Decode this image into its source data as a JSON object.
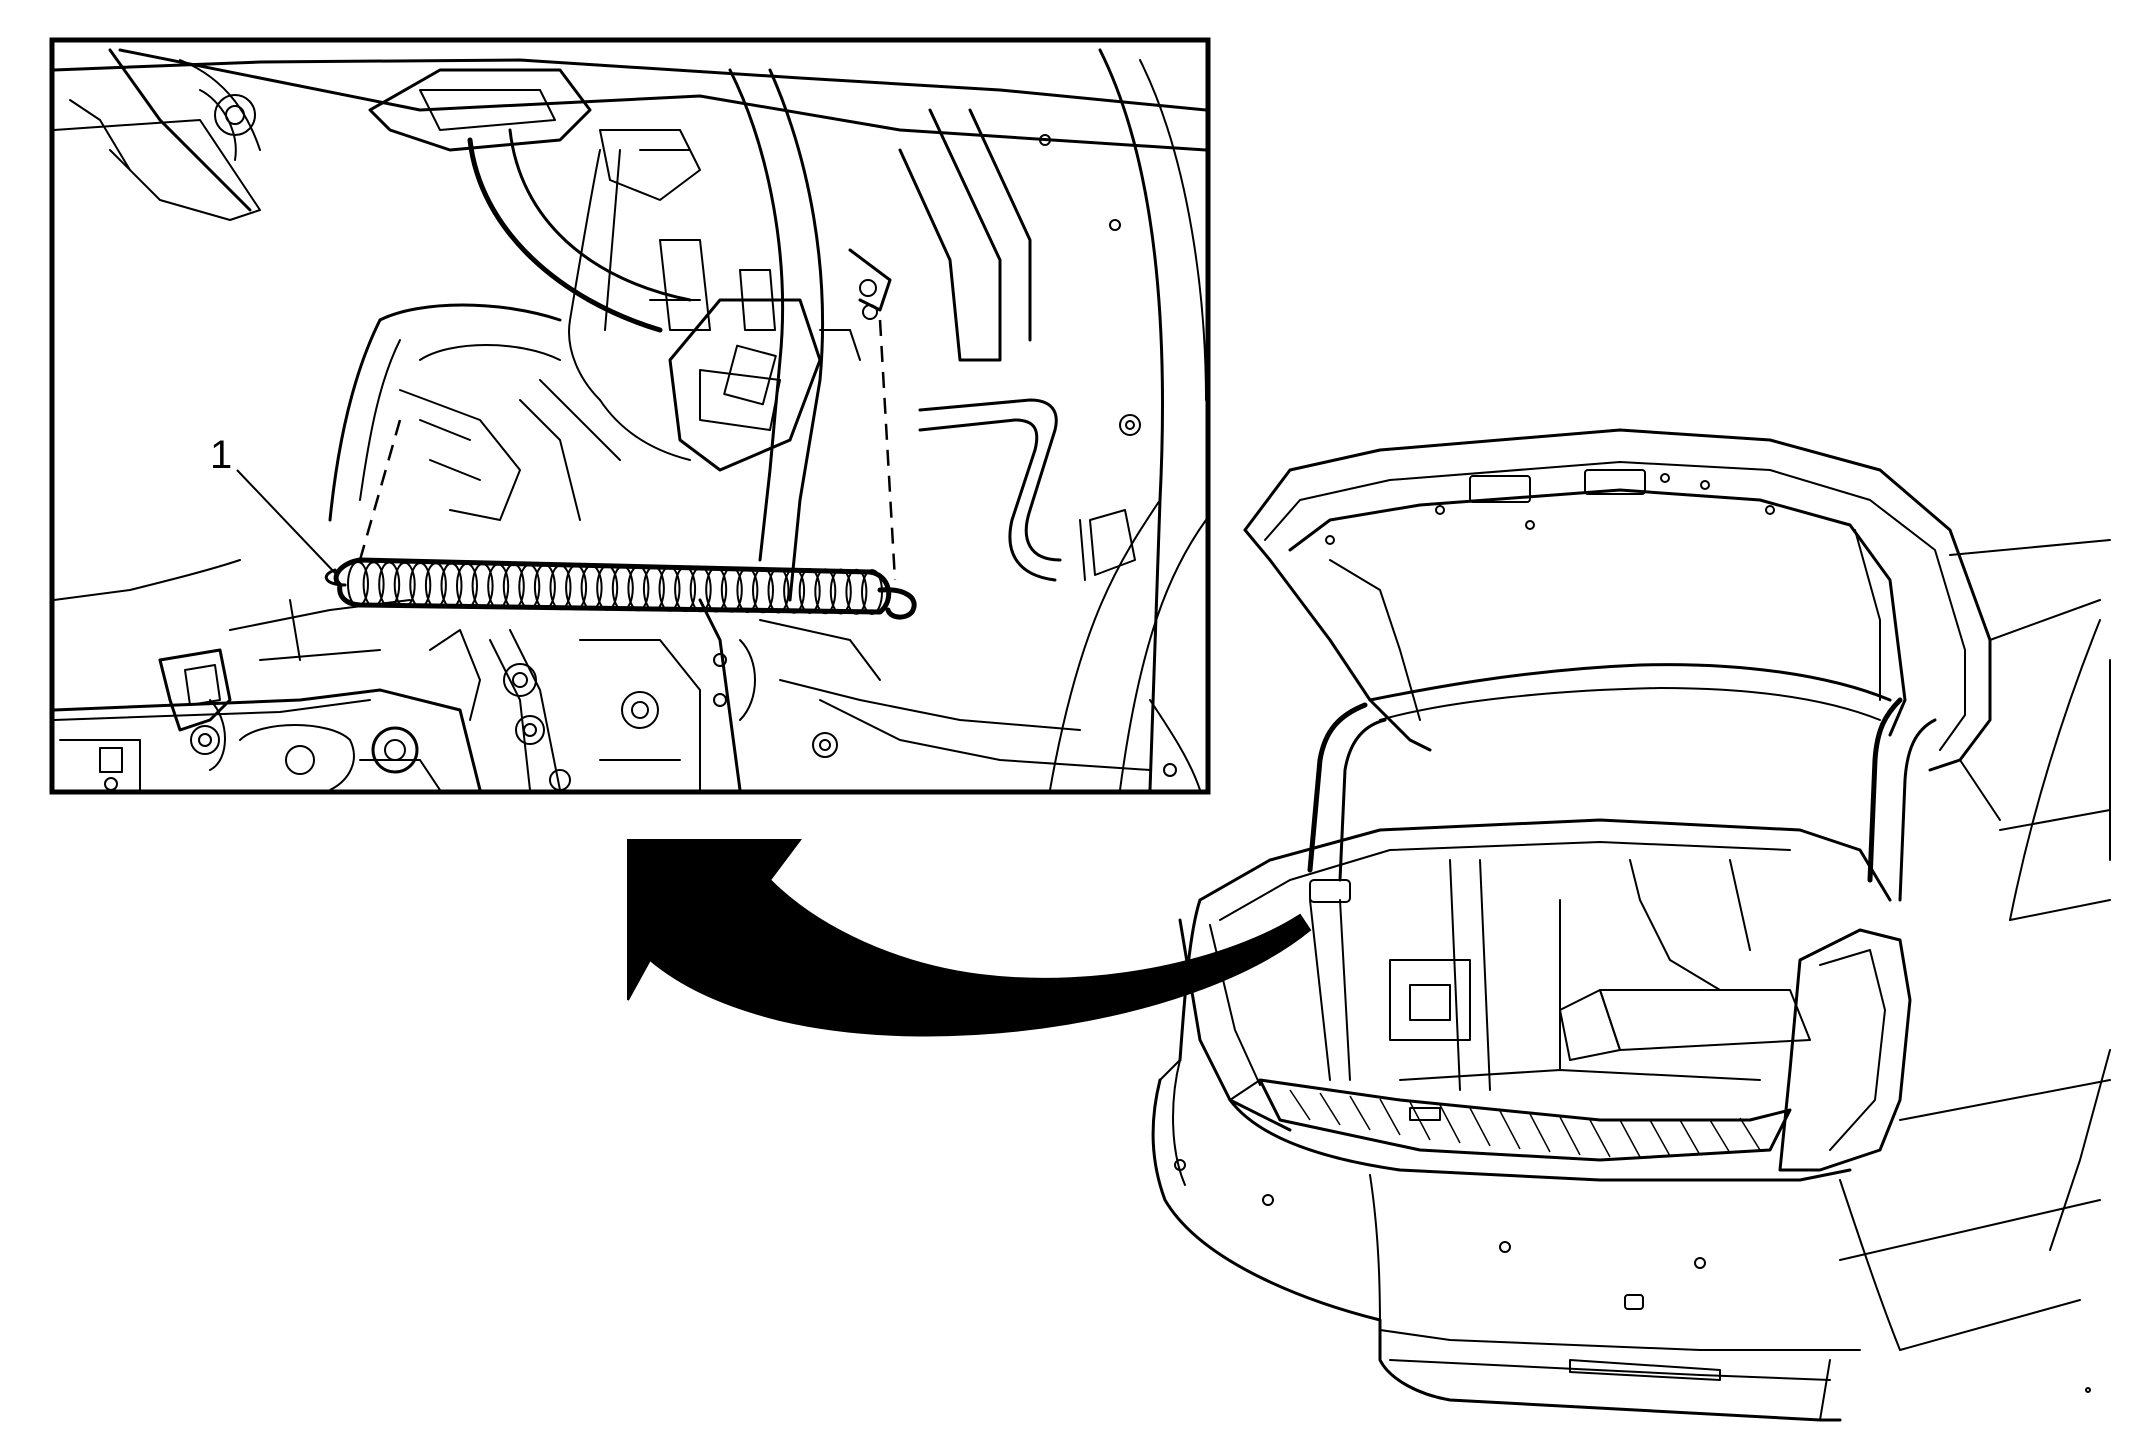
{
  "callouts": [
    {
      "number": "1",
      "part": "spring"
    }
  ],
  "views": {
    "detail": "trunk-lid-hinge-detail",
    "overview": "vehicle-rear-trunk-open"
  },
  "colors": {
    "line": "#000000",
    "background": "#ffffff"
  }
}
